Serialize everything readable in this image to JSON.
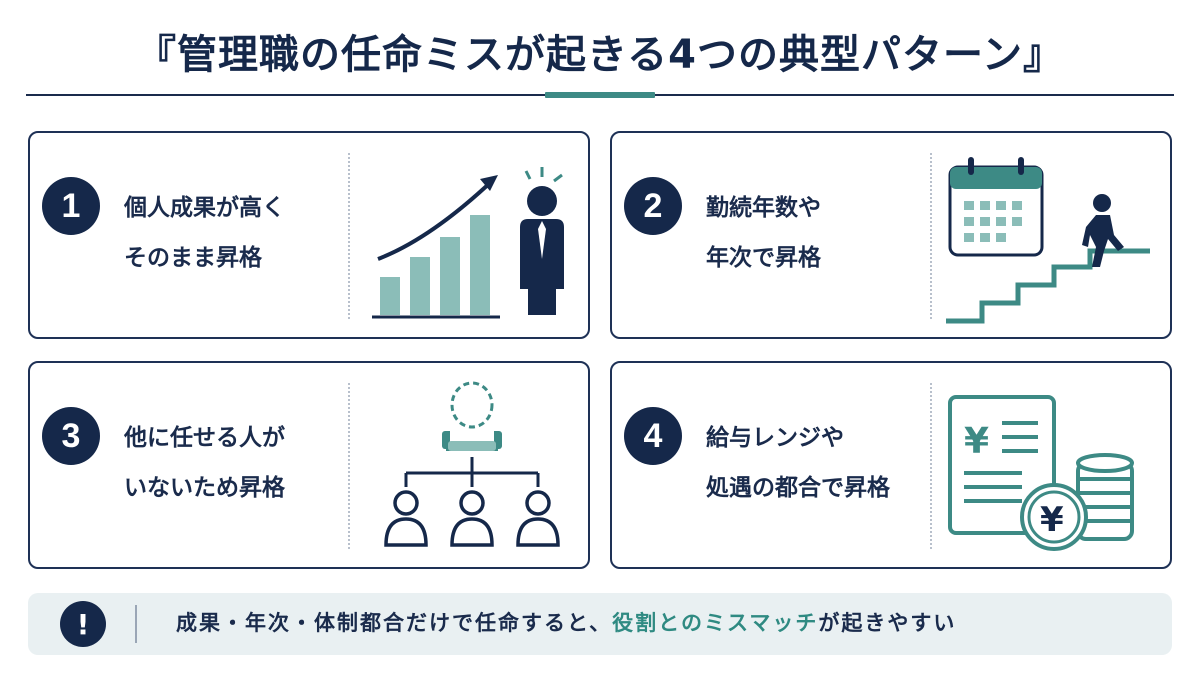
{
  "title": "『管理職の任命ミスが起きる4つの典型パターン』",
  "colors": {
    "navy": "#15284a",
    "teal": "#3d8a85",
    "light_teal": "#8bbdb8",
    "notice_bg": "#e9f0f2"
  },
  "cards": [
    {
      "number": "1",
      "line1": "個人成果が高く",
      "line2": "そのまま昇格",
      "icon": "bar-chart-businessman-icon"
    },
    {
      "number": "2",
      "line1": "勤続年数や",
      "line2": "年次で昇格",
      "icon": "calendar-stairs-icon"
    },
    {
      "number": "3",
      "line1": "他に任せる人が",
      "line2": "いないため昇格",
      "icon": "empty-chair-org-chart-icon"
    },
    {
      "number": "4",
      "line1": "給与レンジや",
      "line2": "処遇の都合で昇格",
      "icon": "yen-document-coins-icon"
    }
  ],
  "notice": {
    "icon_text": "!",
    "icon": "exclamation-icon",
    "text_before": "成果・年次・体制都合だけで任命すると、",
    "text_accent": "役割とのミスマッチ",
    "text_after": "が起きやすい"
  }
}
